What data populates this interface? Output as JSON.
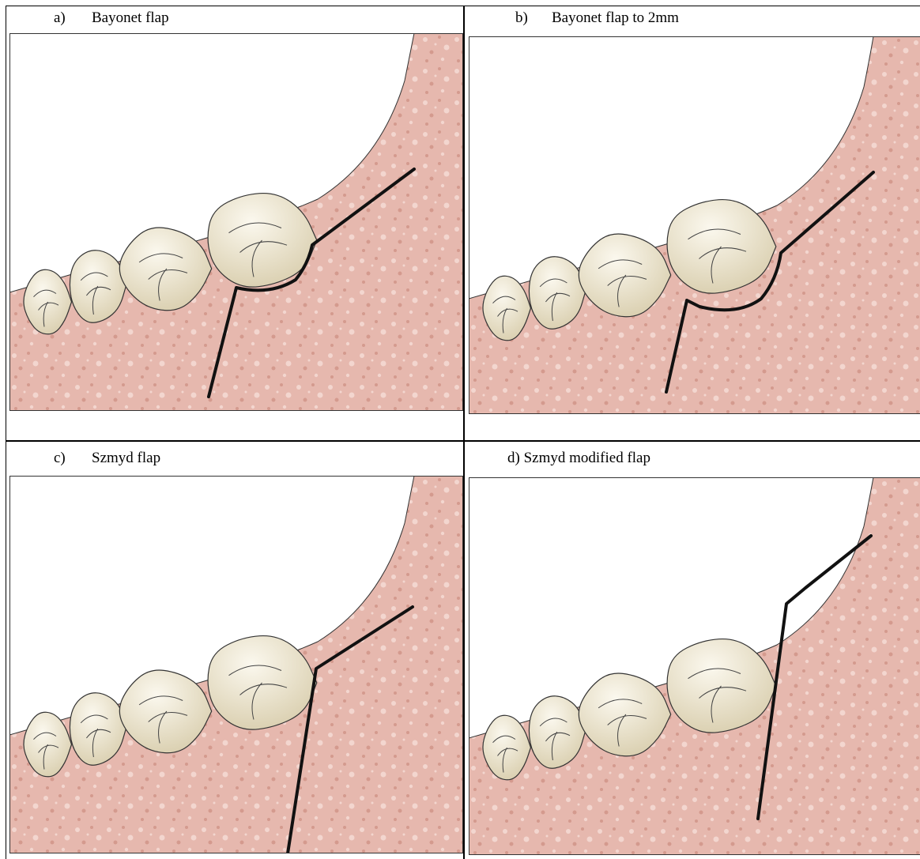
{
  "panels": [
    {
      "id": "a",
      "marker": "a)",
      "title": "Bayonet flap"
    },
    {
      "id": "b",
      "marker": "b)",
      "title": "Bayonet flap to 2mm"
    },
    {
      "id": "c",
      "marker": "c)",
      "title": "Szmyd flap"
    },
    {
      "id": "d",
      "marker": "d)",
      "title": "Szmyd modified flap"
    }
  ],
  "colors": {
    "gum": "#e6b8ae",
    "gum_speckle_light": "#f3d6cf",
    "gum_speckle_dark": "#d49a8e",
    "tooth_light": "#fbf8ee",
    "tooth_dark": "#d9ceae",
    "incision": "#111111"
  }
}
